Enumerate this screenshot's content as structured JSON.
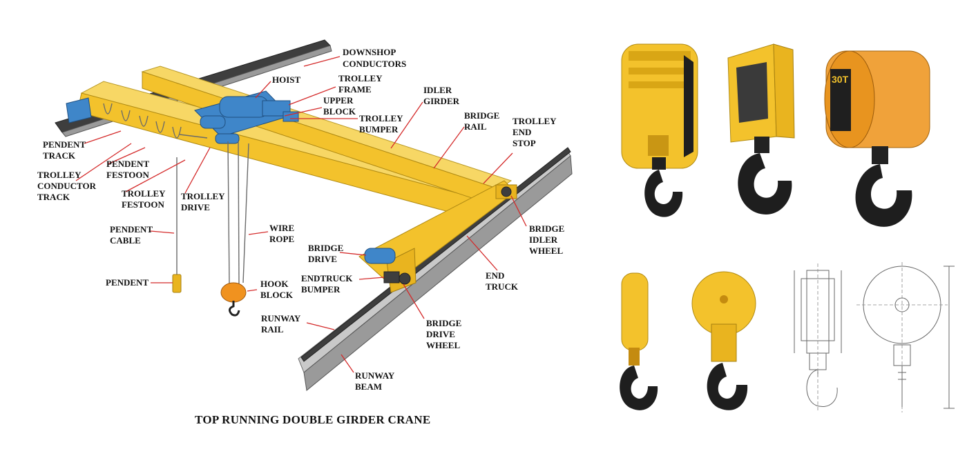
{
  "diagram": {
    "caption": "TOP RUNNING DOUBLE GIRDER CRANE",
    "labels": {
      "downshop_conductors": [
        "DOWNSHOP",
        "CONDUCTORS"
      ],
      "hoist": [
        "HOIST"
      ],
      "trolley_frame": [
        "TROLLEY",
        "FRAME"
      ],
      "upper_block": [
        "UPPER",
        "BLOCK"
      ],
      "idler_girder": [
        "IDLER",
        "GIRDER"
      ],
      "trolley_bumper": [
        "TROLLEY",
        "BUMPER"
      ],
      "bridge_rail": [
        "BRIDGE",
        "RAIL"
      ],
      "trolley_end_stop": [
        "TROLLEY",
        "END",
        "STOP"
      ],
      "pendent_track": [
        "PENDENT",
        "TRACK"
      ],
      "pendent_festoon": [
        "PENDENT",
        "FESTOON"
      ],
      "trolley_conductor_track": [
        "TROLLEY",
        "CONDUCTOR",
        "TRACK"
      ],
      "trolley_festoon": [
        "TROLLEY",
        "FESTOON"
      ],
      "trolley_drive": [
        "TROLLEY",
        "DRIVE"
      ],
      "bridge_idler_wheel": [
        "BRIDGE",
        "IDLER",
        "WHEEL"
      ],
      "pendent_cable": [
        "PENDENT",
        "CABLE"
      ],
      "wire_rope": [
        "WIRE",
        "ROPE"
      ],
      "bridge_drive": [
        "BRIDGE",
        "DRIVE"
      ],
      "end_truck": [
        "END",
        "TRUCK"
      ],
      "pendent": [
        "PENDENT"
      ],
      "endtruck_bumper": [
        "ENDTRUCK",
        "BUMPER"
      ],
      "hook_block": [
        "HOOK",
        "BLOCK"
      ],
      "runway_rail": [
        "RUNWAY",
        "RAIL"
      ],
      "bridge_drive_wheel": [
        "BRIDGE",
        "DRIVE",
        "WHEEL"
      ],
      "runway_beam": [
        "RUNWAY",
        "BEAM"
      ]
    }
  },
  "products": {
    "block_plate_text": "30T",
    "colors": {
      "crane_yellow": "#f3c22c",
      "motor_blue": "#3f86c9",
      "hook_block_orange": "#f0921f",
      "leader_red": "#d42a2a",
      "hook_black": "#1e1e1e"
    }
  }
}
